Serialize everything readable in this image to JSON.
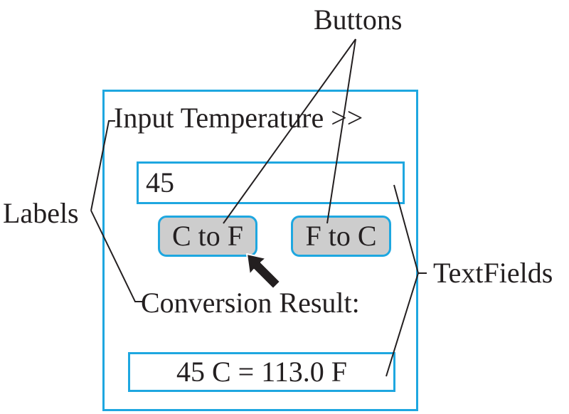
{
  "callouts": {
    "buttons": "Buttons",
    "labels": "Labels",
    "textfields": "TextFields"
  },
  "window": {
    "input_label": "Input Temperature >>",
    "input_value": "45",
    "button_c_to_f": "C to F",
    "button_f_to_c": "F to C",
    "result_label": "Conversion Result:",
    "result_value": "45 C  =  113.0 F"
  },
  "colors": {
    "frame": "#1ea7e0",
    "button_fill": "#cdcdcd",
    "text": "#231f20"
  },
  "icons": [
    "mouse-pointer-icon"
  ]
}
